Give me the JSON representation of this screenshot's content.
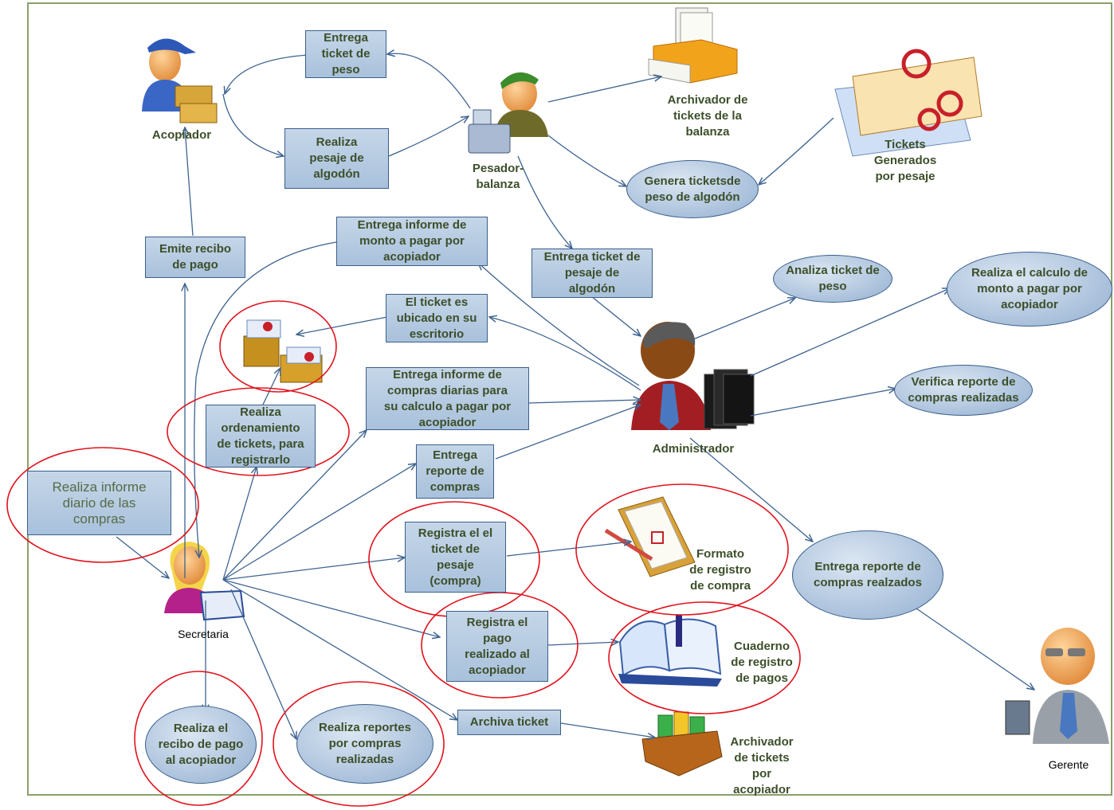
{
  "actors": {
    "acopiador": "Acopiador",
    "pesador": "Pesador-\nbalanza",
    "administrador": "Administrador",
    "secretaria": "Secretaria",
    "gerente": "Gerente"
  },
  "objects": {
    "archivador_balanza": "Archivador de\ntickets de la\nbalanza",
    "tickets_generados": "Tickets\nGenerados\npor pesaje",
    "formato_registro": "Formato\nde registro\nde compra",
    "cuaderno_pagos": "Cuaderno\nde registro\nde pagos",
    "archivador_acopiador": "Archivador\nde tickets\npor\nacopiador"
  },
  "boxes": {
    "entrega_ticket_peso": "Entrega\nticket de\npeso",
    "realiza_pesaje": "Realiza\npesaje de\nalgodón",
    "emite_recibo": "Emite recibo\nde pago",
    "entrega_informe_monto": "Entrega informe de\nmonto a pagar por\nacopiador",
    "entrega_ticket_pesaje": "Entrega ticket de\npesaje de\nalgodón",
    "ticket_ubicado": "El ticket es\nubicado en su\nescritorio",
    "entrega_informe_compras": "Entrega informe de\ncompras diarias para\nsu calculo a pagar  por\nacopiador",
    "realiza_ordenamiento": "Realiza\nordenamiento\nde tickets, para\nregistrarlo",
    "entrega_reporte_compras": "Entrega\nreporte de\ncompras",
    "realiza_informe_diario": "Realiza informe\ndiario de las\ncompras",
    "registra_ticket": "Registra el el\nticket de\npesaje\n(compra)",
    "registra_pago": "Registra el\npago\nrealizado al\nacopiador",
    "archiva_ticket": "Archiva ticket"
  },
  "ovals": {
    "genera_tickets": "Genera ticketsde\npeso de algodón",
    "analiza_ticket": "Analiza ticket de\npeso",
    "realiza_calculo": "Realiza el calculo de\nmonto a pagar por\nacopiador",
    "verifica_reporte": "Verifica reporte de\ncompras realizadas",
    "entrega_reporte_realzados": "Entrega reporte de\ncompras realzados",
    "realiza_recibo": "Realiza el\nrecibo de pago\nal acopiador",
    "realiza_reportes": "Realiza reportes\npor compras\nrealizadas"
  },
  "colors": {
    "arrow": "#3d6390",
    "highlight": "#e0141e",
    "frame": "#8aa06a"
  }
}
